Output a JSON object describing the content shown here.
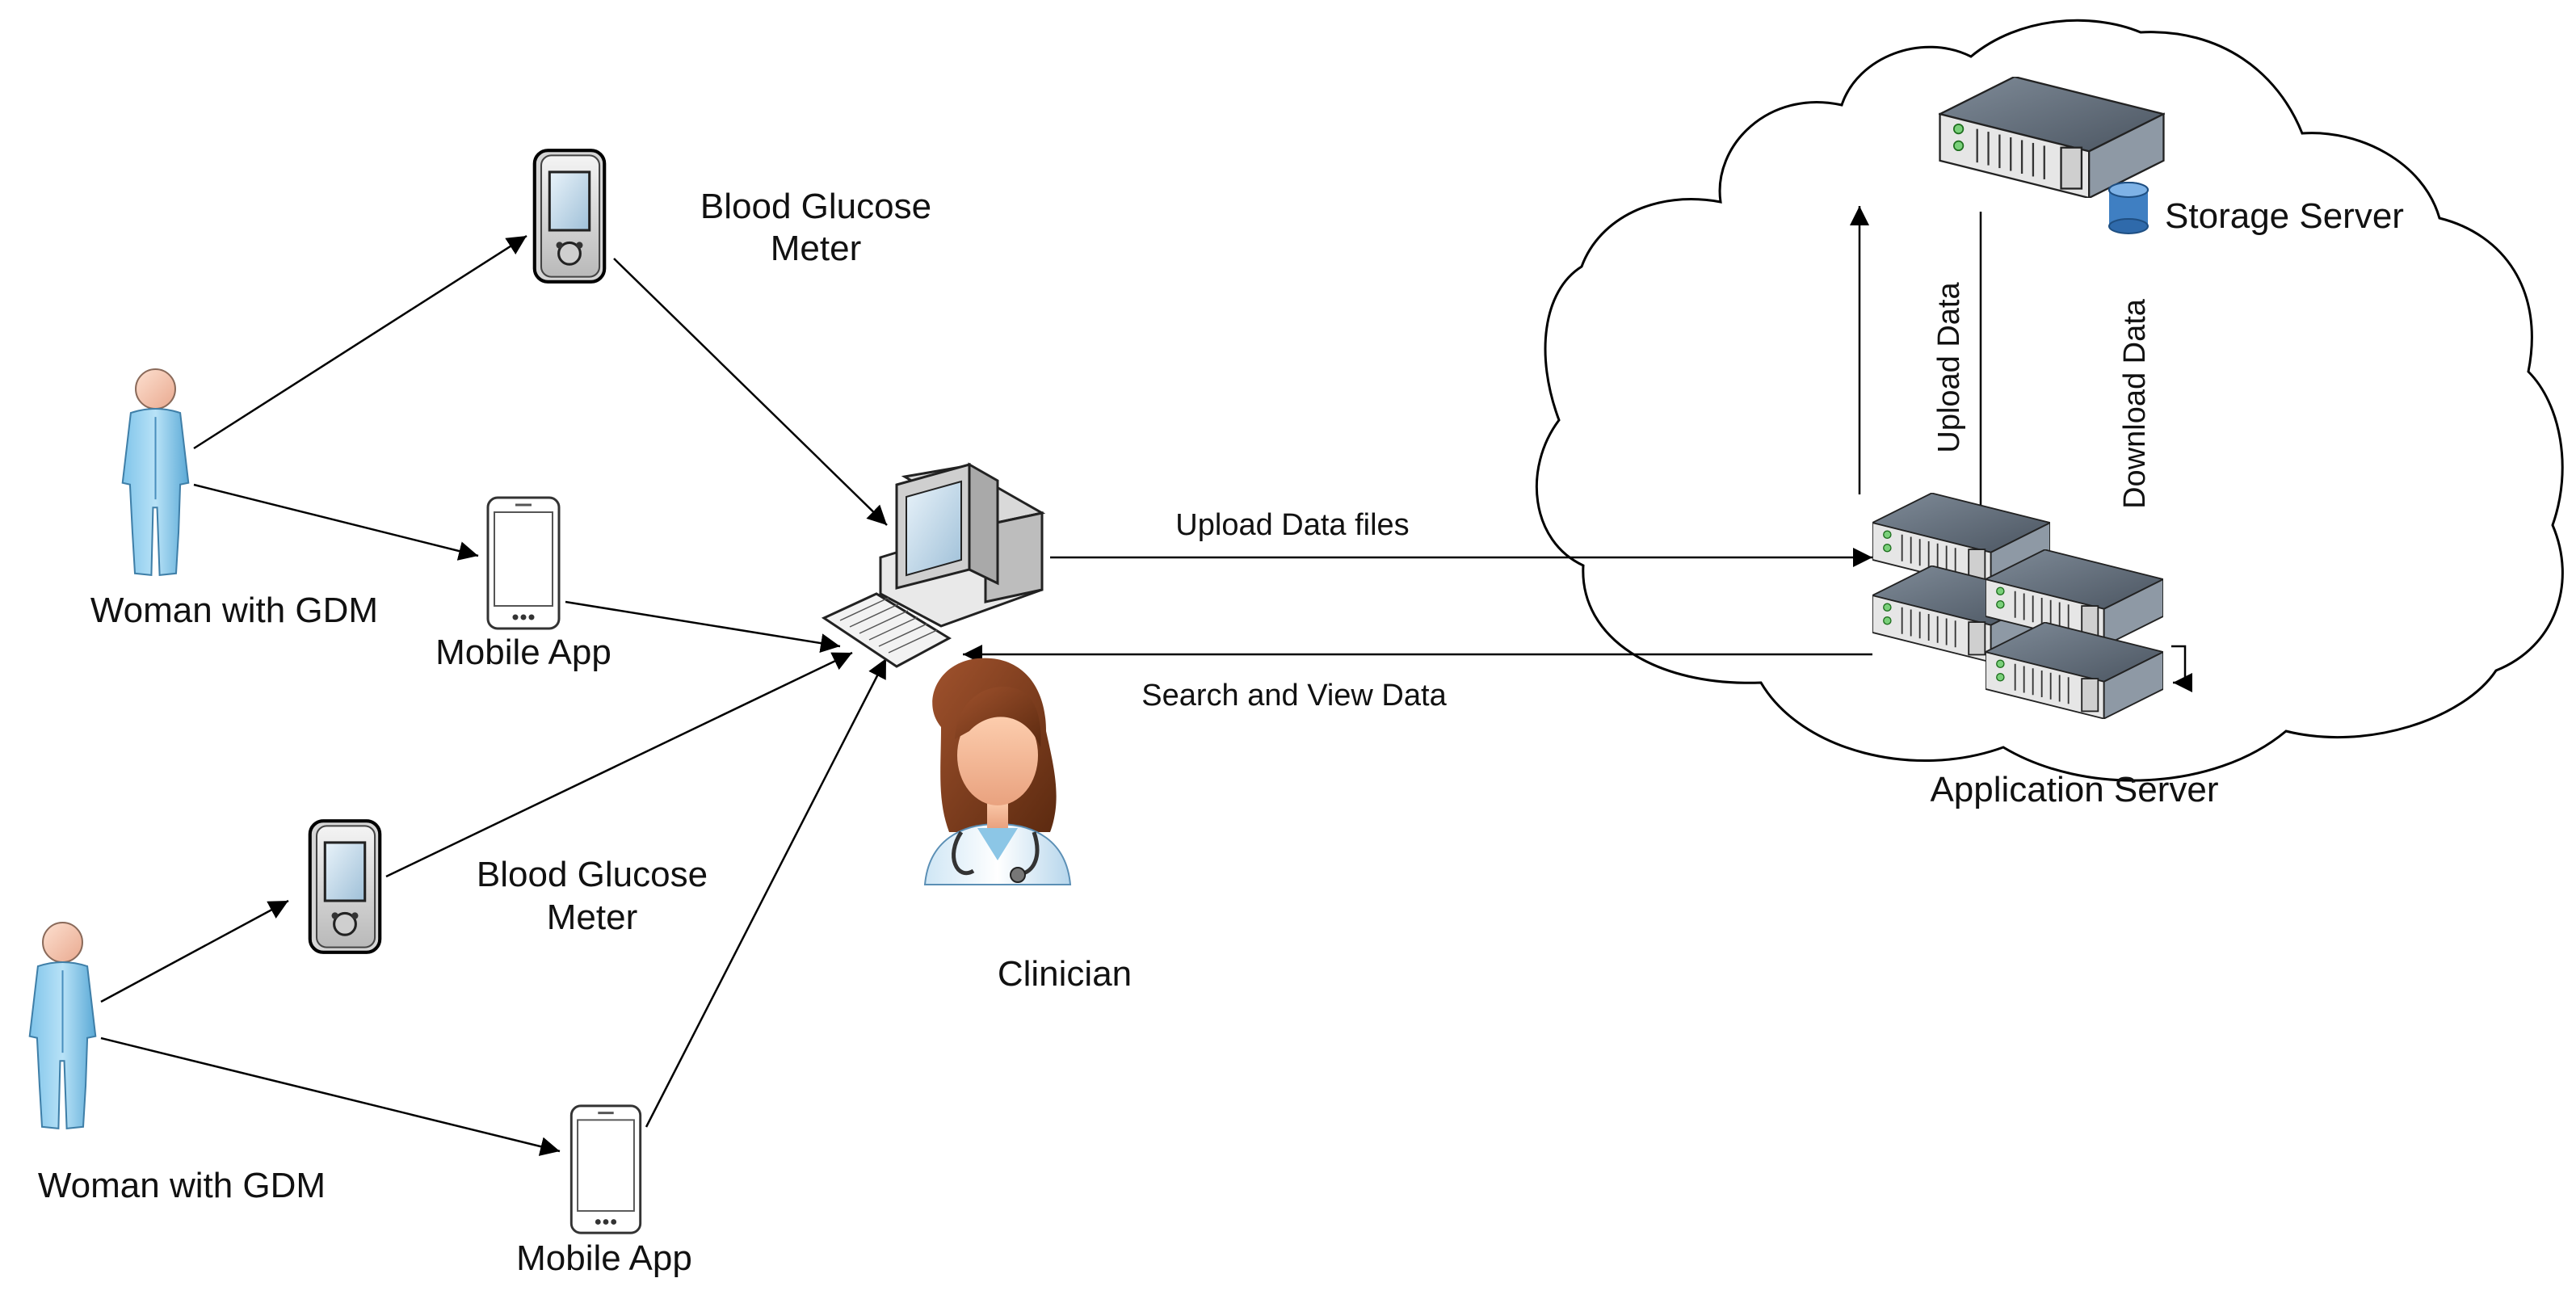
{
  "nodes": {
    "woman_top": {
      "label": "Woman with GDM"
    },
    "woman_bottom": {
      "label": "Woman with GDM"
    },
    "meter_top": {
      "label_line1": "Blood Glucose",
      "label_line2": "Meter"
    },
    "meter_bottom": {
      "label_line1": "Blood Glucose",
      "label_line2": "Meter"
    },
    "app_top": {
      "label": "Mobile App"
    },
    "app_bottom": {
      "label": "Mobile App"
    },
    "clinician": {
      "label": "Clinician"
    },
    "storage_server": {
      "label": "Storage Server"
    },
    "application_server": {
      "label": "Application Server"
    }
  },
  "edges": {
    "upload_files": "Upload Data files",
    "search_view": "Search and View Data",
    "upload_data": "Upload Data",
    "download_data": "Download Data"
  },
  "icons": {
    "woman": "person-icon",
    "meter": "glucose-meter-icon",
    "app": "smartphone-icon",
    "computer": "desktop-computer-icon",
    "clinician": "doctor-icon",
    "storage": "storage-server-icon",
    "application": "server-rack-icon",
    "cloud": "cloud-icon"
  }
}
